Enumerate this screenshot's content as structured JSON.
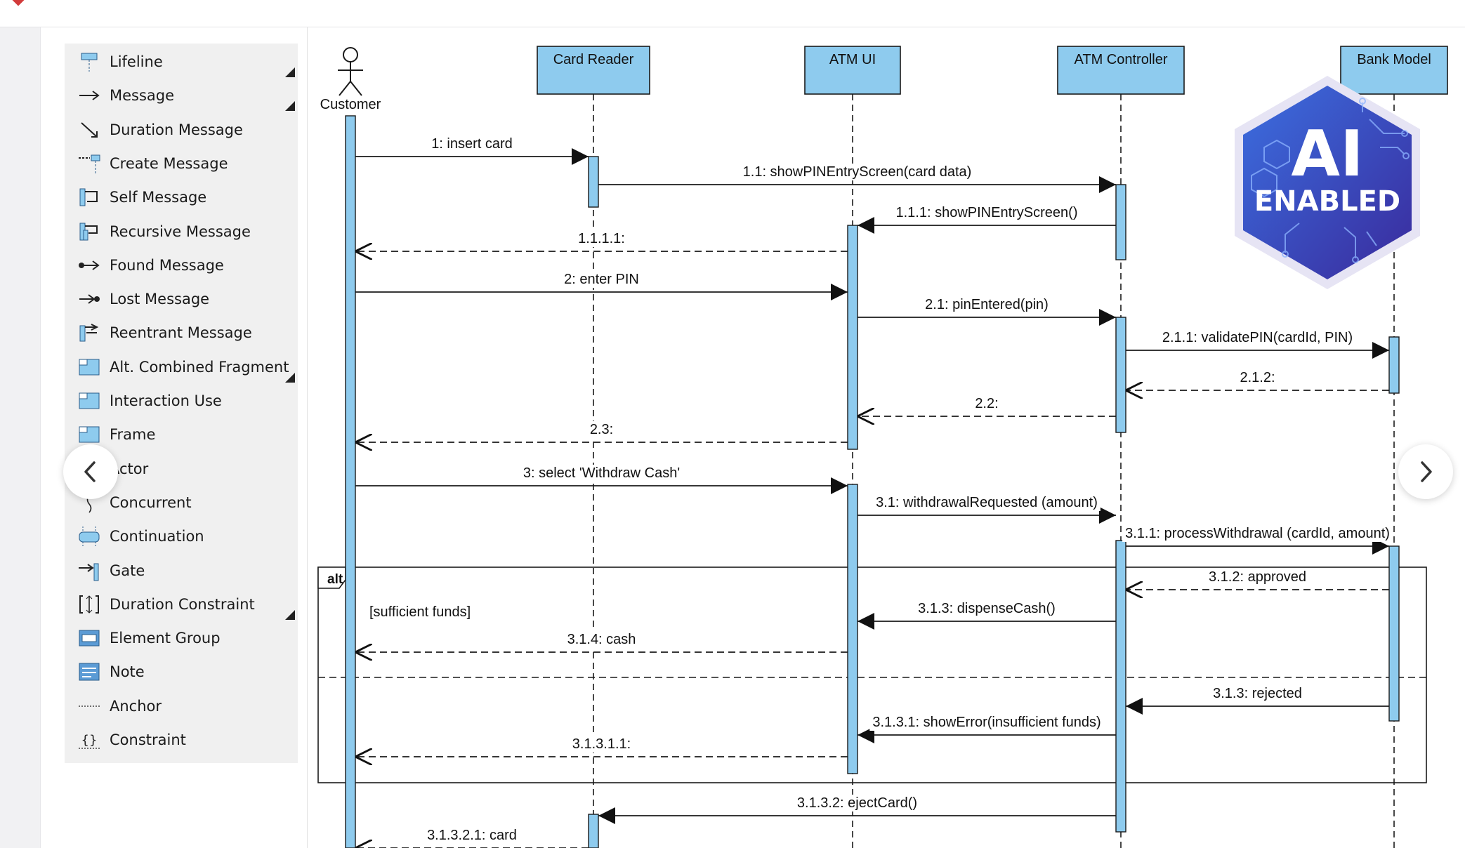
{
  "palette": {
    "items": [
      {
        "label": "Lifeline",
        "icon": "lifeline-icon",
        "submenu": true
      },
      {
        "label": "Message",
        "icon": "message-arrow-icon",
        "submenu": true
      },
      {
        "label": "Duration Message",
        "icon": "duration-message-icon",
        "submenu": false
      },
      {
        "label": "Create Message",
        "icon": "create-message-icon",
        "submenu": false
      },
      {
        "label": "Self Message",
        "icon": "self-message-icon",
        "submenu": false
      },
      {
        "label": "Recursive Message",
        "icon": "recursive-message-icon",
        "submenu": false
      },
      {
        "label": "Found Message",
        "icon": "found-message-icon",
        "submenu": false
      },
      {
        "label": "Lost Message",
        "icon": "lost-message-icon",
        "submenu": false
      },
      {
        "label": "Reentrant Message",
        "icon": "reentrant-message-icon",
        "submenu": false
      },
      {
        "label": "Alt. Combined Fragment",
        "icon": "combined-fragment-icon",
        "submenu": true
      },
      {
        "label": "Interaction Use",
        "icon": "interaction-use-icon",
        "submenu": false
      },
      {
        "label": "Frame",
        "icon": "frame-icon",
        "submenu": false
      },
      {
        "label": "Actor",
        "icon": "actor-icon",
        "submenu": false
      },
      {
        "label": "Concurrent",
        "icon": "concurrent-icon",
        "submenu": false
      },
      {
        "label": "Continuation",
        "icon": "continuation-icon",
        "submenu": false
      },
      {
        "label": "Gate",
        "icon": "gate-icon",
        "submenu": false
      },
      {
        "label": "Duration Constraint",
        "icon": "duration-constraint-icon",
        "submenu": true
      },
      {
        "label": "Element Group",
        "icon": "element-group-icon",
        "submenu": false
      },
      {
        "label": "Note",
        "icon": "note-icon",
        "submenu": false
      },
      {
        "label": "Anchor",
        "icon": "anchor-icon",
        "submenu": false
      },
      {
        "label": "Constraint",
        "icon": "constraint-icon",
        "submenu": false
      }
    ]
  },
  "diagram": {
    "actor_label": "Customer",
    "lifelines": [
      {
        "id": "customer",
        "label": "Customer",
        "kind": "actor"
      },
      {
        "id": "card_reader",
        "label": "Card Reader",
        "kind": "object"
      },
      {
        "id": "atm_ui",
        "label": "ATM UI",
        "kind": "object"
      },
      {
        "id": "atm_controller",
        "label": "ATM Controller",
        "kind": "object"
      },
      {
        "id": "bank_model",
        "label": "Bank Model",
        "kind": "object"
      }
    ],
    "messages": [
      {
        "label": "1: insert card",
        "from": "customer",
        "to": "card_reader",
        "type": "call"
      },
      {
        "label": "1.1: showPINEntryScreen(card data)",
        "from": "card_reader",
        "to": "atm_controller",
        "type": "call"
      },
      {
        "label": "1.1.1: showPINEntryScreen()",
        "from": "atm_controller",
        "to": "atm_ui",
        "type": "call"
      },
      {
        "label": "1.1.1.1:",
        "from": "atm_ui",
        "to": "customer",
        "type": "return"
      },
      {
        "label": "2: enter PIN",
        "from": "customer",
        "to": "atm_ui",
        "type": "call"
      },
      {
        "label": "2.1: pinEntered(pin)",
        "from": "atm_ui",
        "to": "atm_controller",
        "type": "call"
      },
      {
        "label": "2.1.1: validatePIN(cardId, PIN)",
        "from": "atm_controller",
        "to": "bank_model",
        "type": "call"
      },
      {
        "label": "2.1.2:",
        "from": "bank_model",
        "to": "atm_controller",
        "type": "return"
      },
      {
        "label": "2.2:",
        "from": "atm_controller",
        "to": "atm_ui",
        "type": "return"
      },
      {
        "label": "2.3:",
        "from": "atm_ui",
        "to": "customer",
        "type": "return"
      },
      {
        "label": "3: select 'Withdraw Cash'",
        "from": "customer",
        "to": "atm_ui",
        "type": "call"
      },
      {
        "label": "3.1: withdrawalRequested (amount)",
        "from": "atm_ui",
        "to": "atm_controller",
        "type": "call"
      },
      {
        "label": "3.1.1: processWithdrawal (cardId, amount)",
        "from": "atm_controller",
        "to": "bank_model",
        "type": "call"
      },
      {
        "label": "3.1.2: approved",
        "from": "bank_model",
        "to": "atm_controller",
        "type": "return"
      },
      {
        "label": "3.1.3: dispenseCash()",
        "from": "atm_controller",
        "to": "atm_ui",
        "type": "call"
      },
      {
        "label": "3.1.4: cash",
        "from": "atm_ui",
        "to": "customer",
        "type": "return"
      },
      {
        "label": "3.1.3: rejected",
        "from": "bank_model",
        "to": "atm_controller",
        "type": "call"
      },
      {
        "label": "3.1.3.1: showError(insufficient funds)",
        "from": "atm_controller",
        "to": "atm_ui",
        "type": "call"
      },
      {
        "label": "3.1.3.1.1:",
        "from": "atm_ui",
        "to": "customer",
        "type": "return"
      },
      {
        "label": "3.1.3.2: ejectCard()",
        "from": "atm_controller",
        "to": "card_reader",
        "type": "call"
      },
      {
        "label": "3.1.3.2.1: card",
        "from": "card_reader",
        "to": "customer",
        "type": "return"
      }
    ],
    "fragment": {
      "operator": "alt",
      "guard": "[sufficient funds]"
    }
  },
  "badge": {
    "line1": "AI",
    "line2": "ENABLED"
  },
  "colors": {
    "lifeline_fill": "#8ecbee",
    "activation_fill": "#8ecbee",
    "line": "#1a1a1a",
    "badge_purple": "#3a2a9c",
    "badge_blue": "#3b6fe0"
  },
  "nav": {
    "prev_icon": "chevron-left-icon",
    "next_icon": "chevron-right-icon"
  }
}
